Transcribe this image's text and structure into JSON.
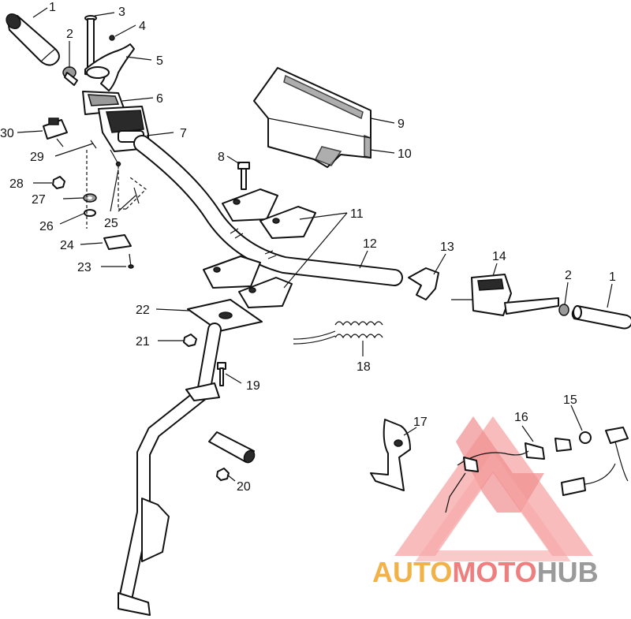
{
  "callouts": {
    "c1_left": "1",
    "c2_left": "2",
    "c3": "3",
    "c4": "4",
    "c5": "5",
    "c6": "6",
    "c7": "7",
    "c8": "8",
    "c9": "9",
    "c10": "10",
    "c11": "11",
    "c12": "12",
    "c13": "13",
    "c14": "14",
    "c2_right": "2",
    "c1_right": "1",
    "c15": "15",
    "c16": "16",
    "c17": "17",
    "c18": "18",
    "c19": "19",
    "c20": "20",
    "c21": "21",
    "c22": "22",
    "c23": "23",
    "c24": "24",
    "c25": "25",
    "c26": "26",
    "c27": "27",
    "c28": "28",
    "c29": "29",
    "c30": "30"
  },
  "watermark": {
    "part1": "AUTO",
    "part2": "MOTO",
    "part3": "HUB"
  },
  "colors": {
    "watermark_orange": "#f2b24a",
    "watermark_red": "#ef7f7f",
    "watermark_grey": "#9a9a9a"
  }
}
